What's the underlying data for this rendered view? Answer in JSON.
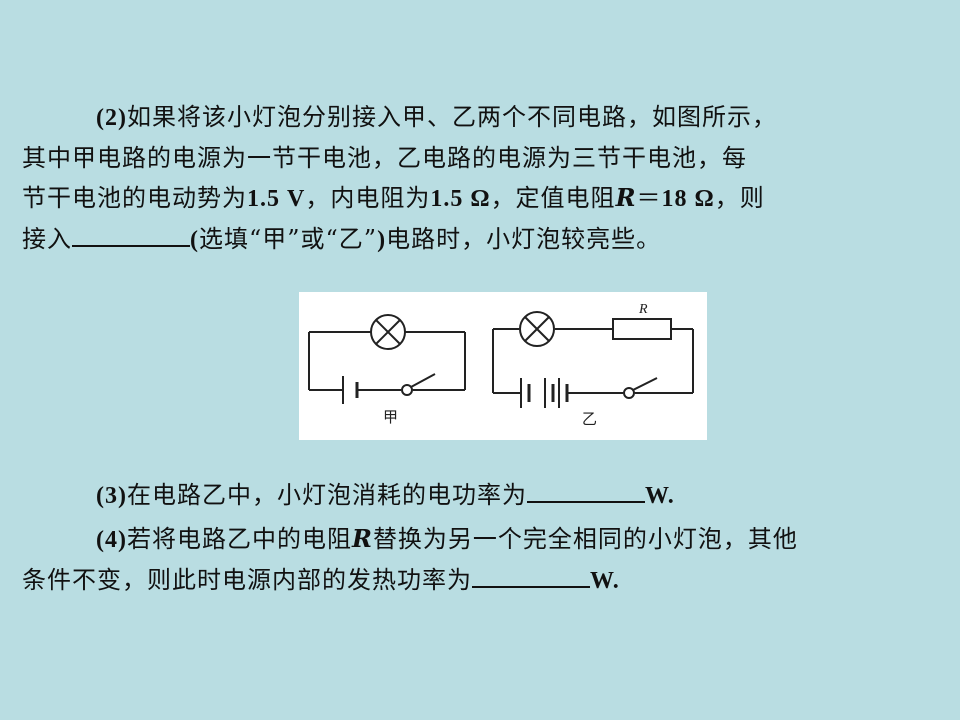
{
  "part2": {
    "num": "(2)",
    "line1": "如果将该小灯泡分别接入甲、乙两个不同电路，如图所示，",
    "line2": "其中甲电路的电源为一节干电池，乙电路的电源为三节干电池，每",
    "line3_a": "节干电池的电动势为",
    "emf": "1.5 V",
    "line3_b": "，内电阻为",
    "r_int": "1.5 Ω",
    "line3_c": "，定值电阻",
    "R_sym": "R",
    "line3_d": "＝",
    "R_val": "18 Ω",
    "line3_e": "，则",
    "line4_a": "接入",
    "line4_b": "(",
    "line4_c": "选填“甲”或“乙”",
    "line4_d": ")",
    "line4_e": "电路时，小灯泡较亮些。"
  },
  "figure": {
    "label_jia": "甲",
    "label_yi": "乙",
    "label_R": "R"
  },
  "part3": {
    "num": "(3)",
    "text": "在电路乙中，小灯泡消耗的电功率为",
    "unit": "W."
  },
  "part4": {
    "num": "(4)",
    "text_a": "若将电路乙中的电阻",
    "R_sym": "R",
    "text_b": "替换为另一个完全相同的小灯泡，其他",
    "line2": "条件不变，则此时电源内部的发热功率为",
    "unit": "W."
  }
}
